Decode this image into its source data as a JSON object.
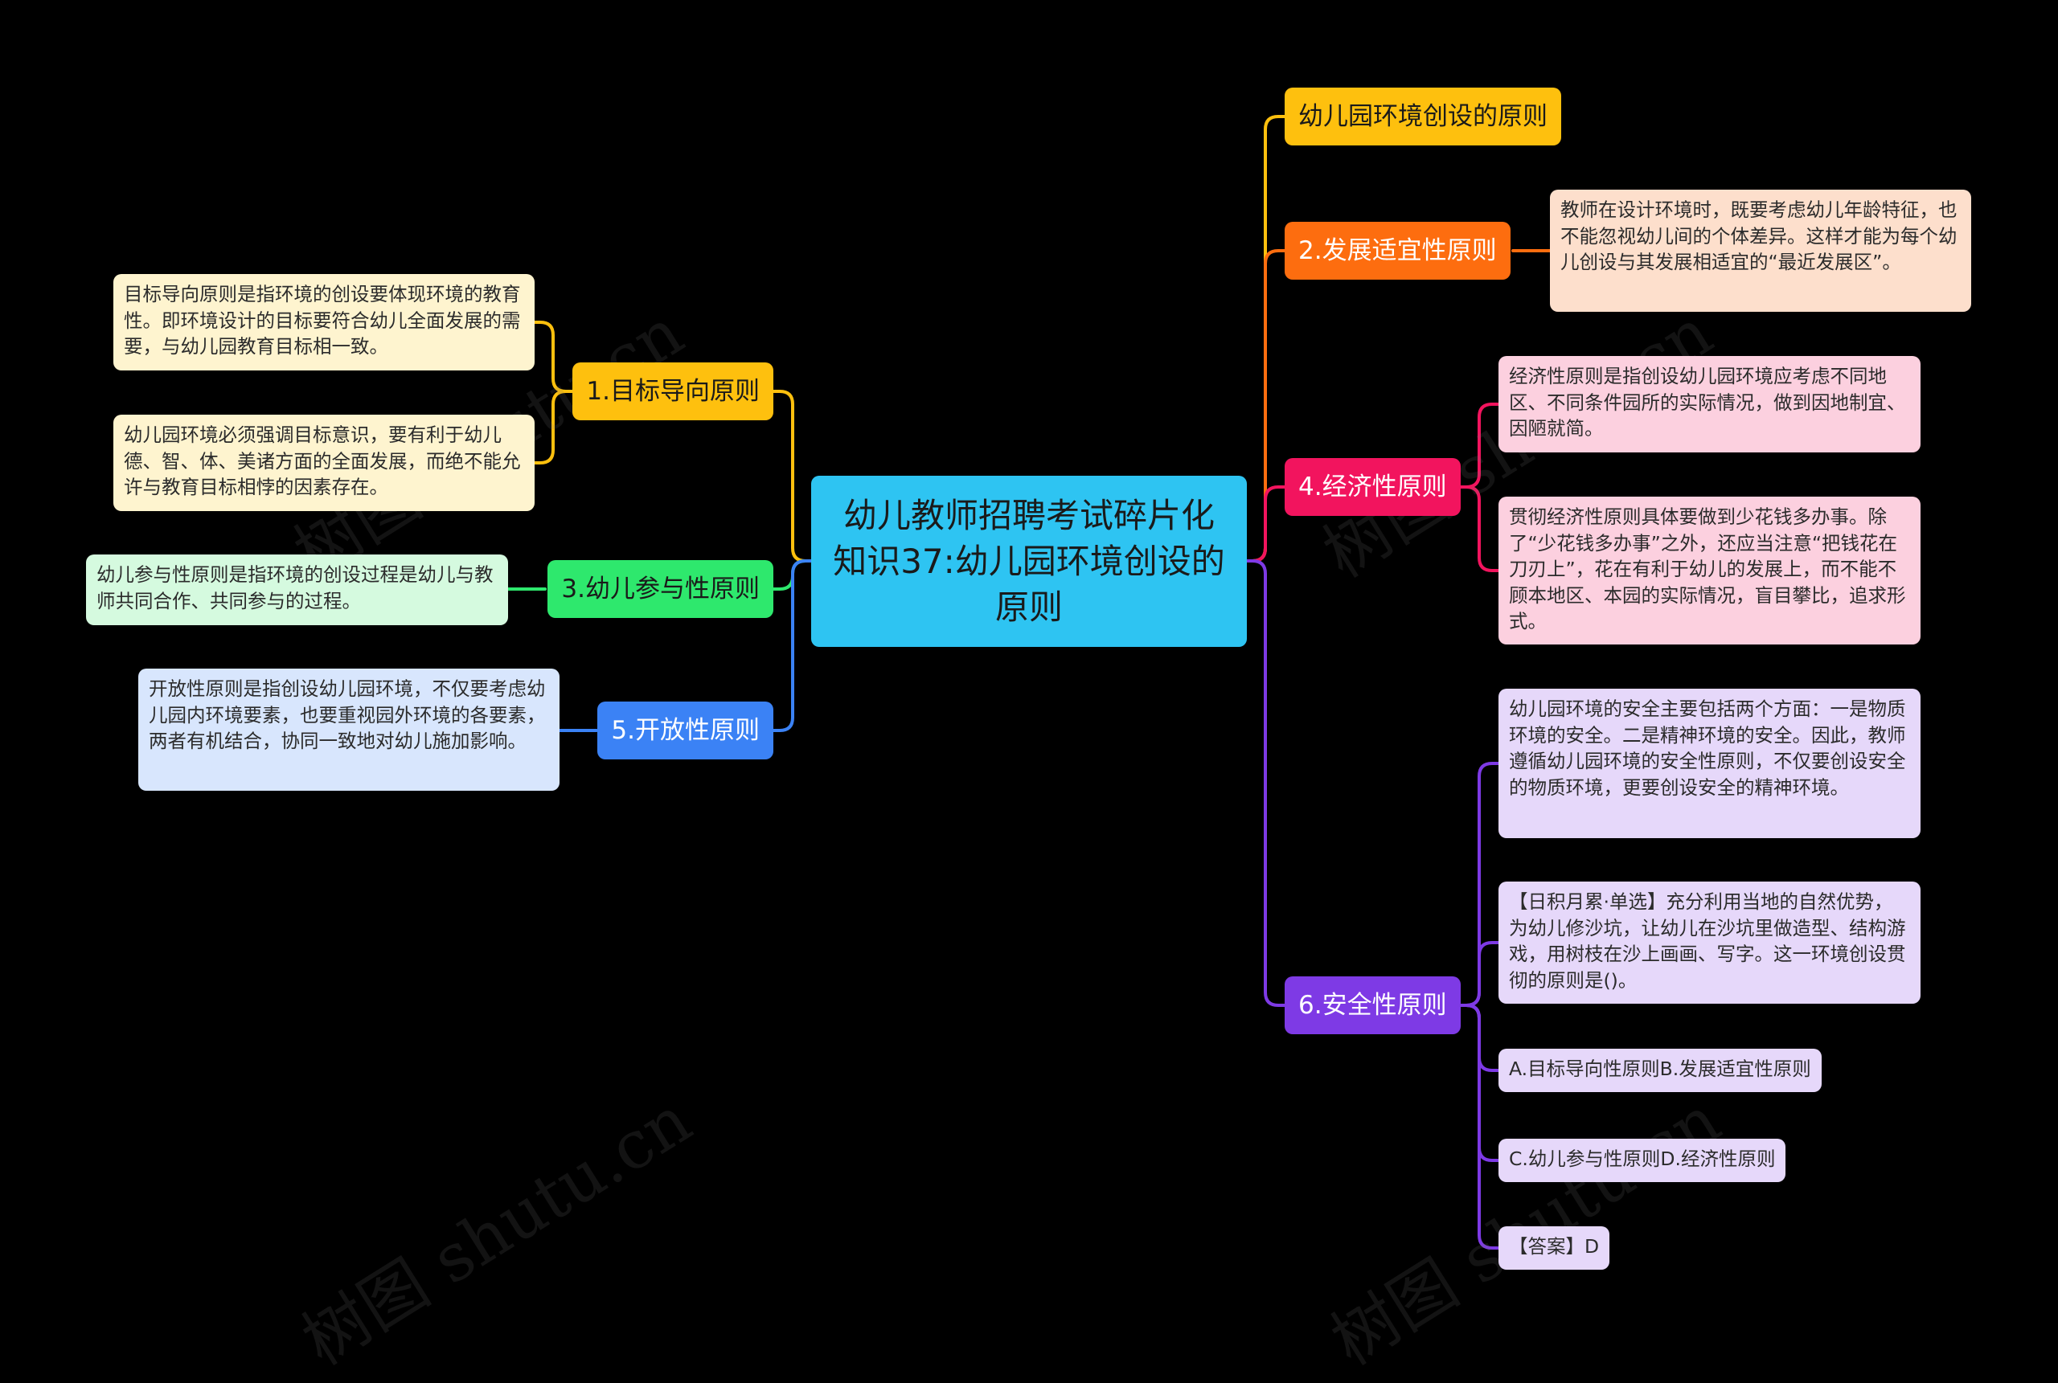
{
  "colors": {
    "background": "#000000",
    "root": "#2ec4f2",
    "yellow": "#fec00e",
    "orange": "#fd6d0f",
    "pink": "#f2145e",
    "purple": "#7e3ae5",
    "green": "#2ee86d",
    "blue": "#3b82f5",
    "leaf_yellow": "#fef4cf",
    "leaf_peach": "#fddfcc",
    "leaf_pink": "#fcd0df",
    "leaf_purple": "#e6d8fa",
    "leaf_green": "#d5fadf",
    "leaf_blue": "#d8e6fd"
  },
  "watermark": "树图 shutu.cn",
  "root": {
    "title": "幼儿教师招聘考试碎片化知识37:幼儿园环境创设的原则"
  },
  "right": {
    "title_node": {
      "label": "幼儿园环境创设的原则"
    },
    "fazhan": {
      "label": "2.发展适宜性原则",
      "children": [
        "教师在设计环境时，既要考虑幼儿年龄特征，也不能忽视幼儿间的个体差异。这样才能为每个幼儿创设与其发展相适宜的“最近发展区”。"
      ]
    },
    "jingji": {
      "label": "4.经济性原则",
      "children": [
        "经济性原则是指创设幼儿园环境应考虑不同地区、不同条件园所的实际情况，做到因地制宜、因陋就简。",
        "贯彻经济性原则具体要做到少花钱多办事。除了“少花钱多办事”之外，还应当注意“把钱花在刀刃上”，花在有利于幼儿的发展上，而不能不顾本地区、本园的实际情况，盲目攀比，追求形式。"
      ]
    },
    "anquan": {
      "label": "6.安全性原则",
      "children": [
        "幼儿园环境的安全主要包括两个方面：一是物质环境的安全。二是精神环境的安全。因此，教师遵循幼儿园环境的安全性原则，不仅要创设安全的物质环境，更要创设安全的精神环境。",
        "【日积月累·单选】充分利用当地的自然优势，为幼儿修沙坑，让幼儿在沙坑里做造型、结构游戏，用树枝在沙上画画、写字。这一环境创设贯彻的原则是()。",
        "A.目标导向性原则B.发展适宜性原则",
        "C.幼儿参与性原则D.经济性原则",
        "【答案】D"
      ]
    }
  },
  "left": {
    "mubiao": {
      "label": "1.目标导向原则",
      "children": [
        "目标导向原则是指环境的创设要体现环境的教育性。即环境设计的目标要符合幼儿全面发展的需要，与幼儿园教育目标相一致。",
        "幼儿园环境必须强调目标意识，要有利于幼儿德、智、体、美诸方面的全面发展，而绝不能允许与教育目标相悖的因素存在。"
      ]
    },
    "canyu": {
      "label": "3.幼儿参与性原则",
      "children": [
        "幼儿参与性原则是指环境的创设过程是幼儿与教师共同合作、共同参与的过程。"
      ]
    },
    "kaifang": {
      "label": "5.开放性原则",
      "children": [
        "开放性原则是指创设幼儿园环境，不仅要考虑幼儿园内环境要素，也要重视园外环境的各要素，两者有机结合，协同一致地对幼儿施加影响。"
      ]
    }
  }
}
